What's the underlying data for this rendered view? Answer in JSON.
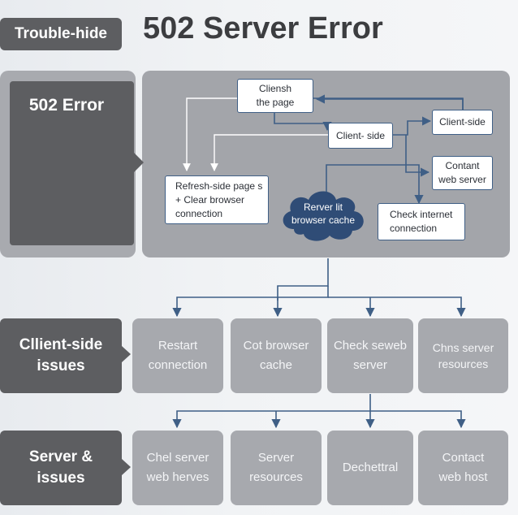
{
  "header": {
    "tag_label": "Trouble-hide",
    "title": "502 Server Error"
  },
  "main_panel": {
    "side_label": "502 Error",
    "nodes": {
      "cliensh_page": "Cliensh\nthe page",
      "client_side_mid": "Client- side",
      "client_side_right": "Client-side",
      "contant_web_server": "Contant\nweb server",
      "refresh_side": "Refresh-side page s\n+ Clear browser\nconnection",
      "cloud": "Rerver lit\nbrowser cache",
      "check_internet": "Check internet\nconnection"
    }
  },
  "rows": [
    {
      "label": "Cllient-side\nissues",
      "cards": [
        "Restart\nconnection",
        "Cot browser\ncache",
        "Check seweb\nserver",
        "Chns server\nresources"
      ]
    },
    {
      "label": "Server &\nissues",
      "cards": [
        "Chel server\nweb herves",
        "Server\nresources",
        "Dechettral",
        "Contact\nweb host"
      ]
    }
  ],
  "colors": {
    "dark_tag": "#5d5e61",
    "panel": "#a3a5aa",
    "connector": "#3f5f86",
    "cloud": "#2f4c76"
  }
}
